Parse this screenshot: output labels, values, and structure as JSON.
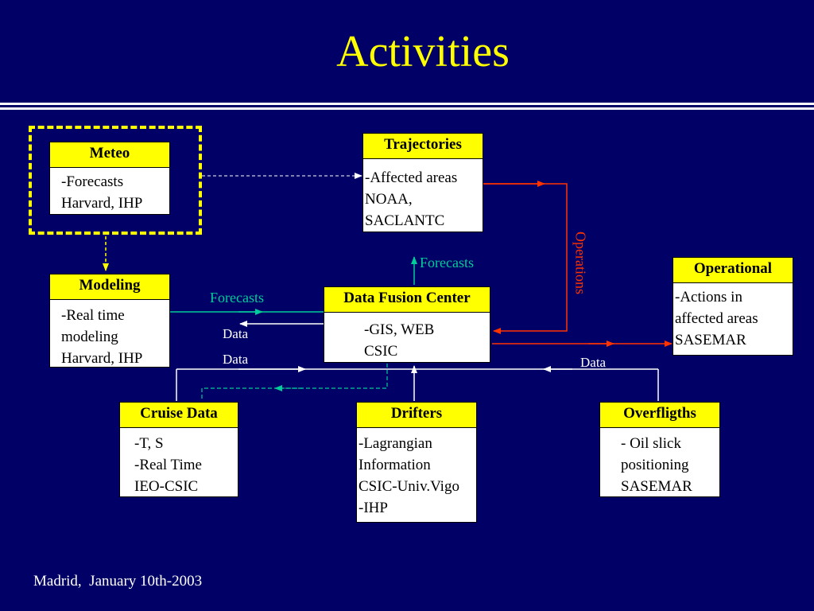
{
  "slide": {
    "title": "Activities",
    "footer": "Madrid,  January 10th-2003"
  },
  "boxes": {
    "meteo": {
      "title": "Meteo",
      "lines": [
        "-Forecasts",
        "Harvard, IHP"
      ]
    },
    "trajectories": {
      "title": "Trajectories",
      "lines": [
        "-Affected areas",
        "NOAA,",
        "SACLANTC"
      ]
    },
    "modeling": {
      "title": "Modeling",
      "lines": [
        "-Real time",
        "modeling",
        "Harvard, IHP"
      ]
    },
    "data_fusion": {
      "title": "Data Fusion Center",
      "lines": [
        "-GIS, WEB",
        "CSIC"
      ]
    },
    "operational": {
      "title": "Operational",
      "lines": [
        "-Actions in",
        "affected areas",
        "SASEMAR"
      ]
    },
    "cruise": {
      "title": "Cruise Data",
      "lines": [
        "-T, S",
        "-Real Time",
        "IEO-CSIC"
      ]
    },
    "drifters": {
      "title": "Drifters",
      "lines": [
        "-Lagrangian",
        "Information",
        "CSIC-Univ.Vigo",
        "-IHP"
      ]
    },
    "overflights": {
      "title": "Overfligths",
      "lines": [
        "- Oil slick",
        "positioning",
        "SASEMAR"
      ]
    }
  },
  "labels": {
    "forecasts_up": "Forecasts",
    "forecasts_left": "Forecasts",
    "data_1": "Data",
    "data_2": "Data",
    "data_3": "Data",
    "operations": "Operations"
  },
  "colors": {
    "background": "#000066",
    "title": "#ffff00",
    "header_fill": "#ffff00",
    "body_fill": "#ffffff",
    "teal_arrow": "#00cc99",
    "red_arrow": "#ff3300",
    "white_arrow": "#ffffff",
    "yellow_dash": "#ffff00"
  }
}
